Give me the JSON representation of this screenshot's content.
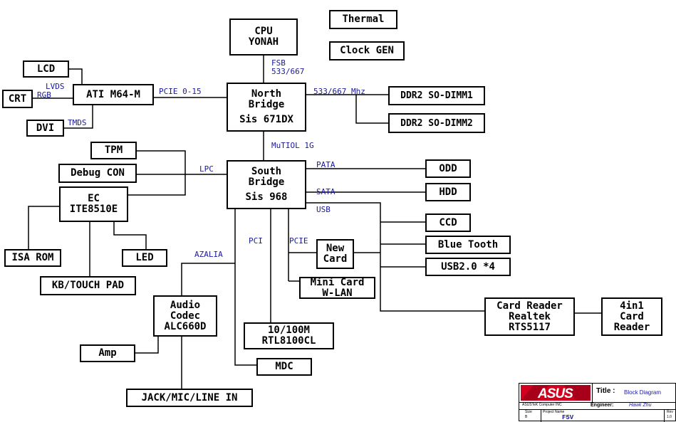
{
  "blocks": {
    "cpu": [
      "CPU",
      "YONAH"
    ],
    "thermal": [
      "Thermal"
    ],
    "clock": [
      "Clock GEN"
    ],
    "lcd": [
      "LCD"
    ],
    "crt": [
      "CRT"
    ],
    "dvi": [
      "DVI"
    ],
    "ati": [
      "ATI M64-M"
    ],
    "north": [
      "North",
      "Bridge",
      "Sis 671DX"
    ],
    "dimm1": [
      "DDR2 SO-DIMM1"
    ],
    "dimm2": [
      "DDR2 SO-DIMM2"
    ],
    "tpm": [
      "TPM"
    ],
    "debug": [
      "Debug CON"
    ],
    "ec": [
      "EC",
      "ITE8510E"
    ],
    "south": [
      "South",
      "Bridge",
      "Sis 968"
    ],
    "odd": [
      "ODD"
    ],
    "hdd": [
      "HDD"
    ],
    "ccd": [
      "CCD"
    ],
    "bluetooth": [
      "Blue Tooth"
    ],
    "usb": [
      "USB2.0 *4"
    ],
    "isarom": [
      "ISA ROM"
    ],
    "led": [
      "LED"
    ],
    "kb": [
      "KB/TOUCH PAD"
    ],
    "newcard": [
      "New",
      "Card"
    ],
    "minicard": [
      "Mini Card",
      "W-LAN"
    ],
    "cardreader": [
      "Card Reader",
      "Realtek",
      "RTS5117"
    ],
    "fourinone": [
      "4in1",
      "Card",
      "Reader"
    ],
    "audio": [
      "Audio",
      "Codec",
      "ALC660D"
    ],
    "lan": [
      "10/100M",
      "RTL8100CL"
    ],
    "amp": [
      "Amp"
    ],
    "mdc": [
      "MDC"
    ],
    "jack": [
      "JACK/MIC/LINE IN"
    ]
  },
  "labels": {
    "fsb": [
      "FSB",
      "533/667"
    ],
    "lvds": "LVDS",
    "rgb": "RGB",
    "tmds": "TMDS",
    "pcie015": "PCIE 0-15",
    "mem_speed": "533/667 Mhz",
    "mutiol": "MuTIOL 1G",
    "lpc": "LPC",
    "pata": "PATA",
    "sata": "SATA",
    "usb_bus": "USB",
    "pci": "PCI",
    "pcie": "PCIE",
    "azalia": "AZALIA"
  },
  "title_block": {
    "logo_text": "ASUS",
    "title_label": "Title :",
    "title_value": "Block Diagram",
    "company": "ASUSTeK Computer INC",
    "engineer_label": "Engineer:",
    "engineer_value": "Hawk Zhu",
    "size_label": "Size",
    "size_value": "B",
    "project_label": "Project Name",
    "project_value": "F5V",
    "rev_label": "Rev",
    "rev_value": "1.0"
  },
  "colors": {
    "line": "#000000",
    "label": "#1a1a9a",
    "logo_red": "#d0001e"
  }
}
